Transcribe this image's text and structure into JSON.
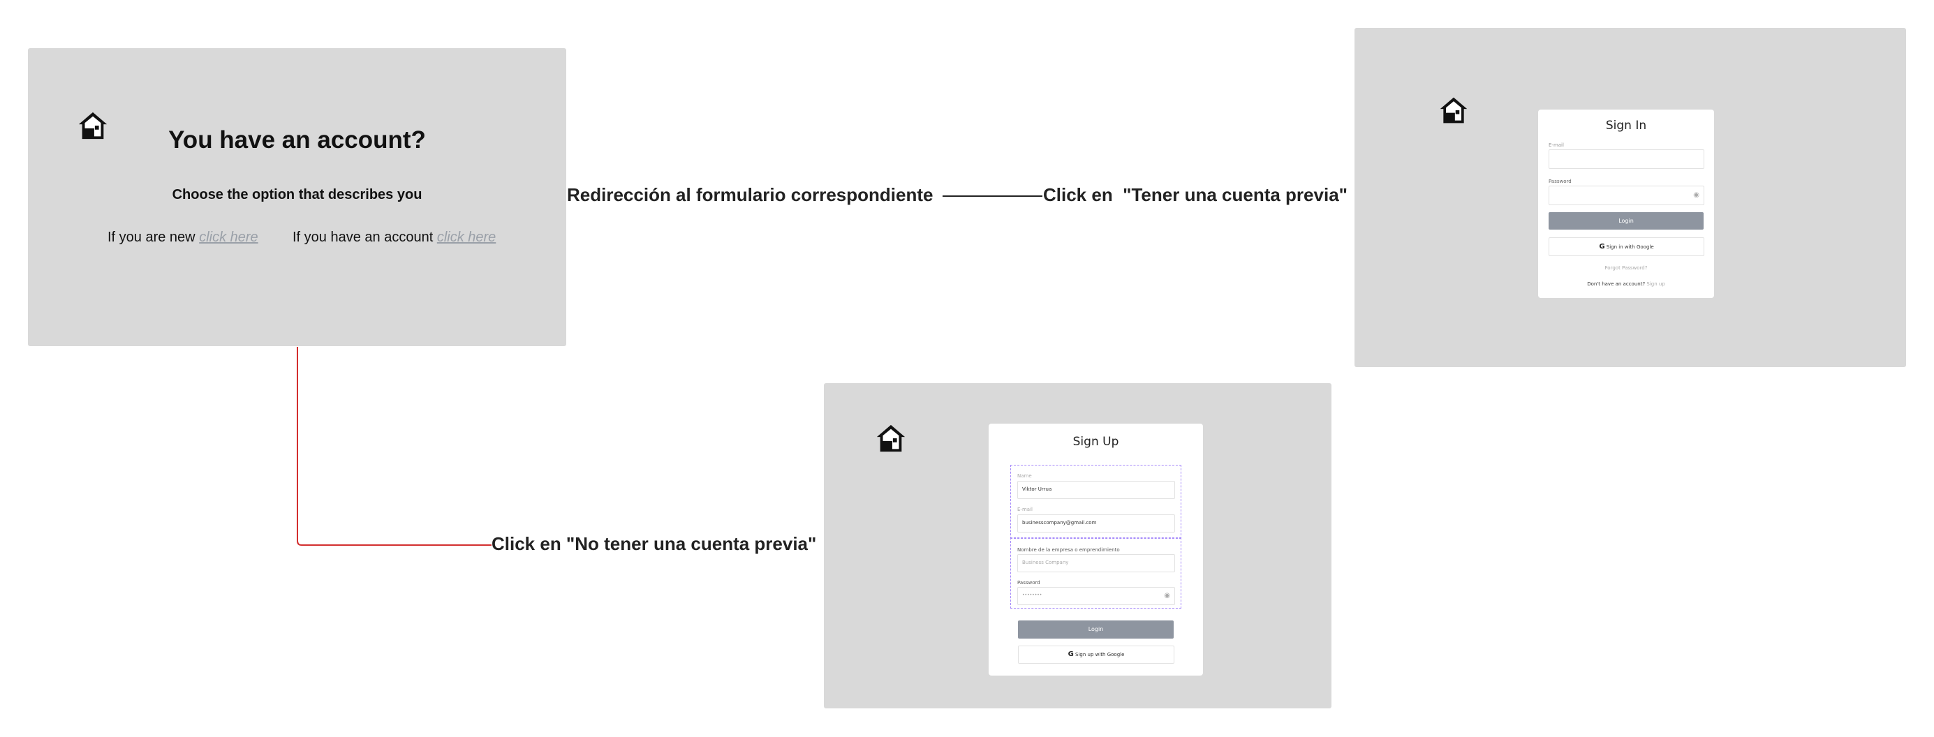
{
  "choose_screen": {
    "title": "You have an account?",
    "subtitle": "Choose the option that describes you",
    "new_prefix": "If you are new",
    "new_link": "click here",
    "account_prefix": "If you have an account",
    "account_link": "click here"
  },
  "connectors": {
    "redirect_label": "Redirección al formulario correspondiente",
    "has_account_label": "Click en  \"Tener una cuenta previa\"",
    "no_account_label": "Click en \"No tener una cuenta previa\""
  },
  "sign_in": {
    "title": "Sign In",
    "email_label": "E-mail",
    "password_label": "Password",
    "login_button": "Login",
    "google_button": "Sign in with Google",
    "forgot": "Forgot Password?",
    "no_account_text": "Don't have an account?",
    "sign_up_link": "Sign up"
  },
  "sign_up": {
    "title": "Sign Up",
    "name_label": "Name",
    "name_value": "Viktor Urrua",
    "email_label": "E-mail",
    "email_value": "businesscompany@gmail.com",
    "company_label": "Nombre de la empresa o emprendimiento",
    "company_placeholder": "Business Company",
    "password_label": "Password",
    "password_value": "••••••••",
    "login_button": "Login",
    "google_button": "Sign up with Google"
  },
  "colors": {
    "frame_bg": "#d9d9d9",
    "connector_red": "#d32f2f",
    "button_gray": "#8e95a0",
    "dashed_purple": "#a78bfa"
  }
}
